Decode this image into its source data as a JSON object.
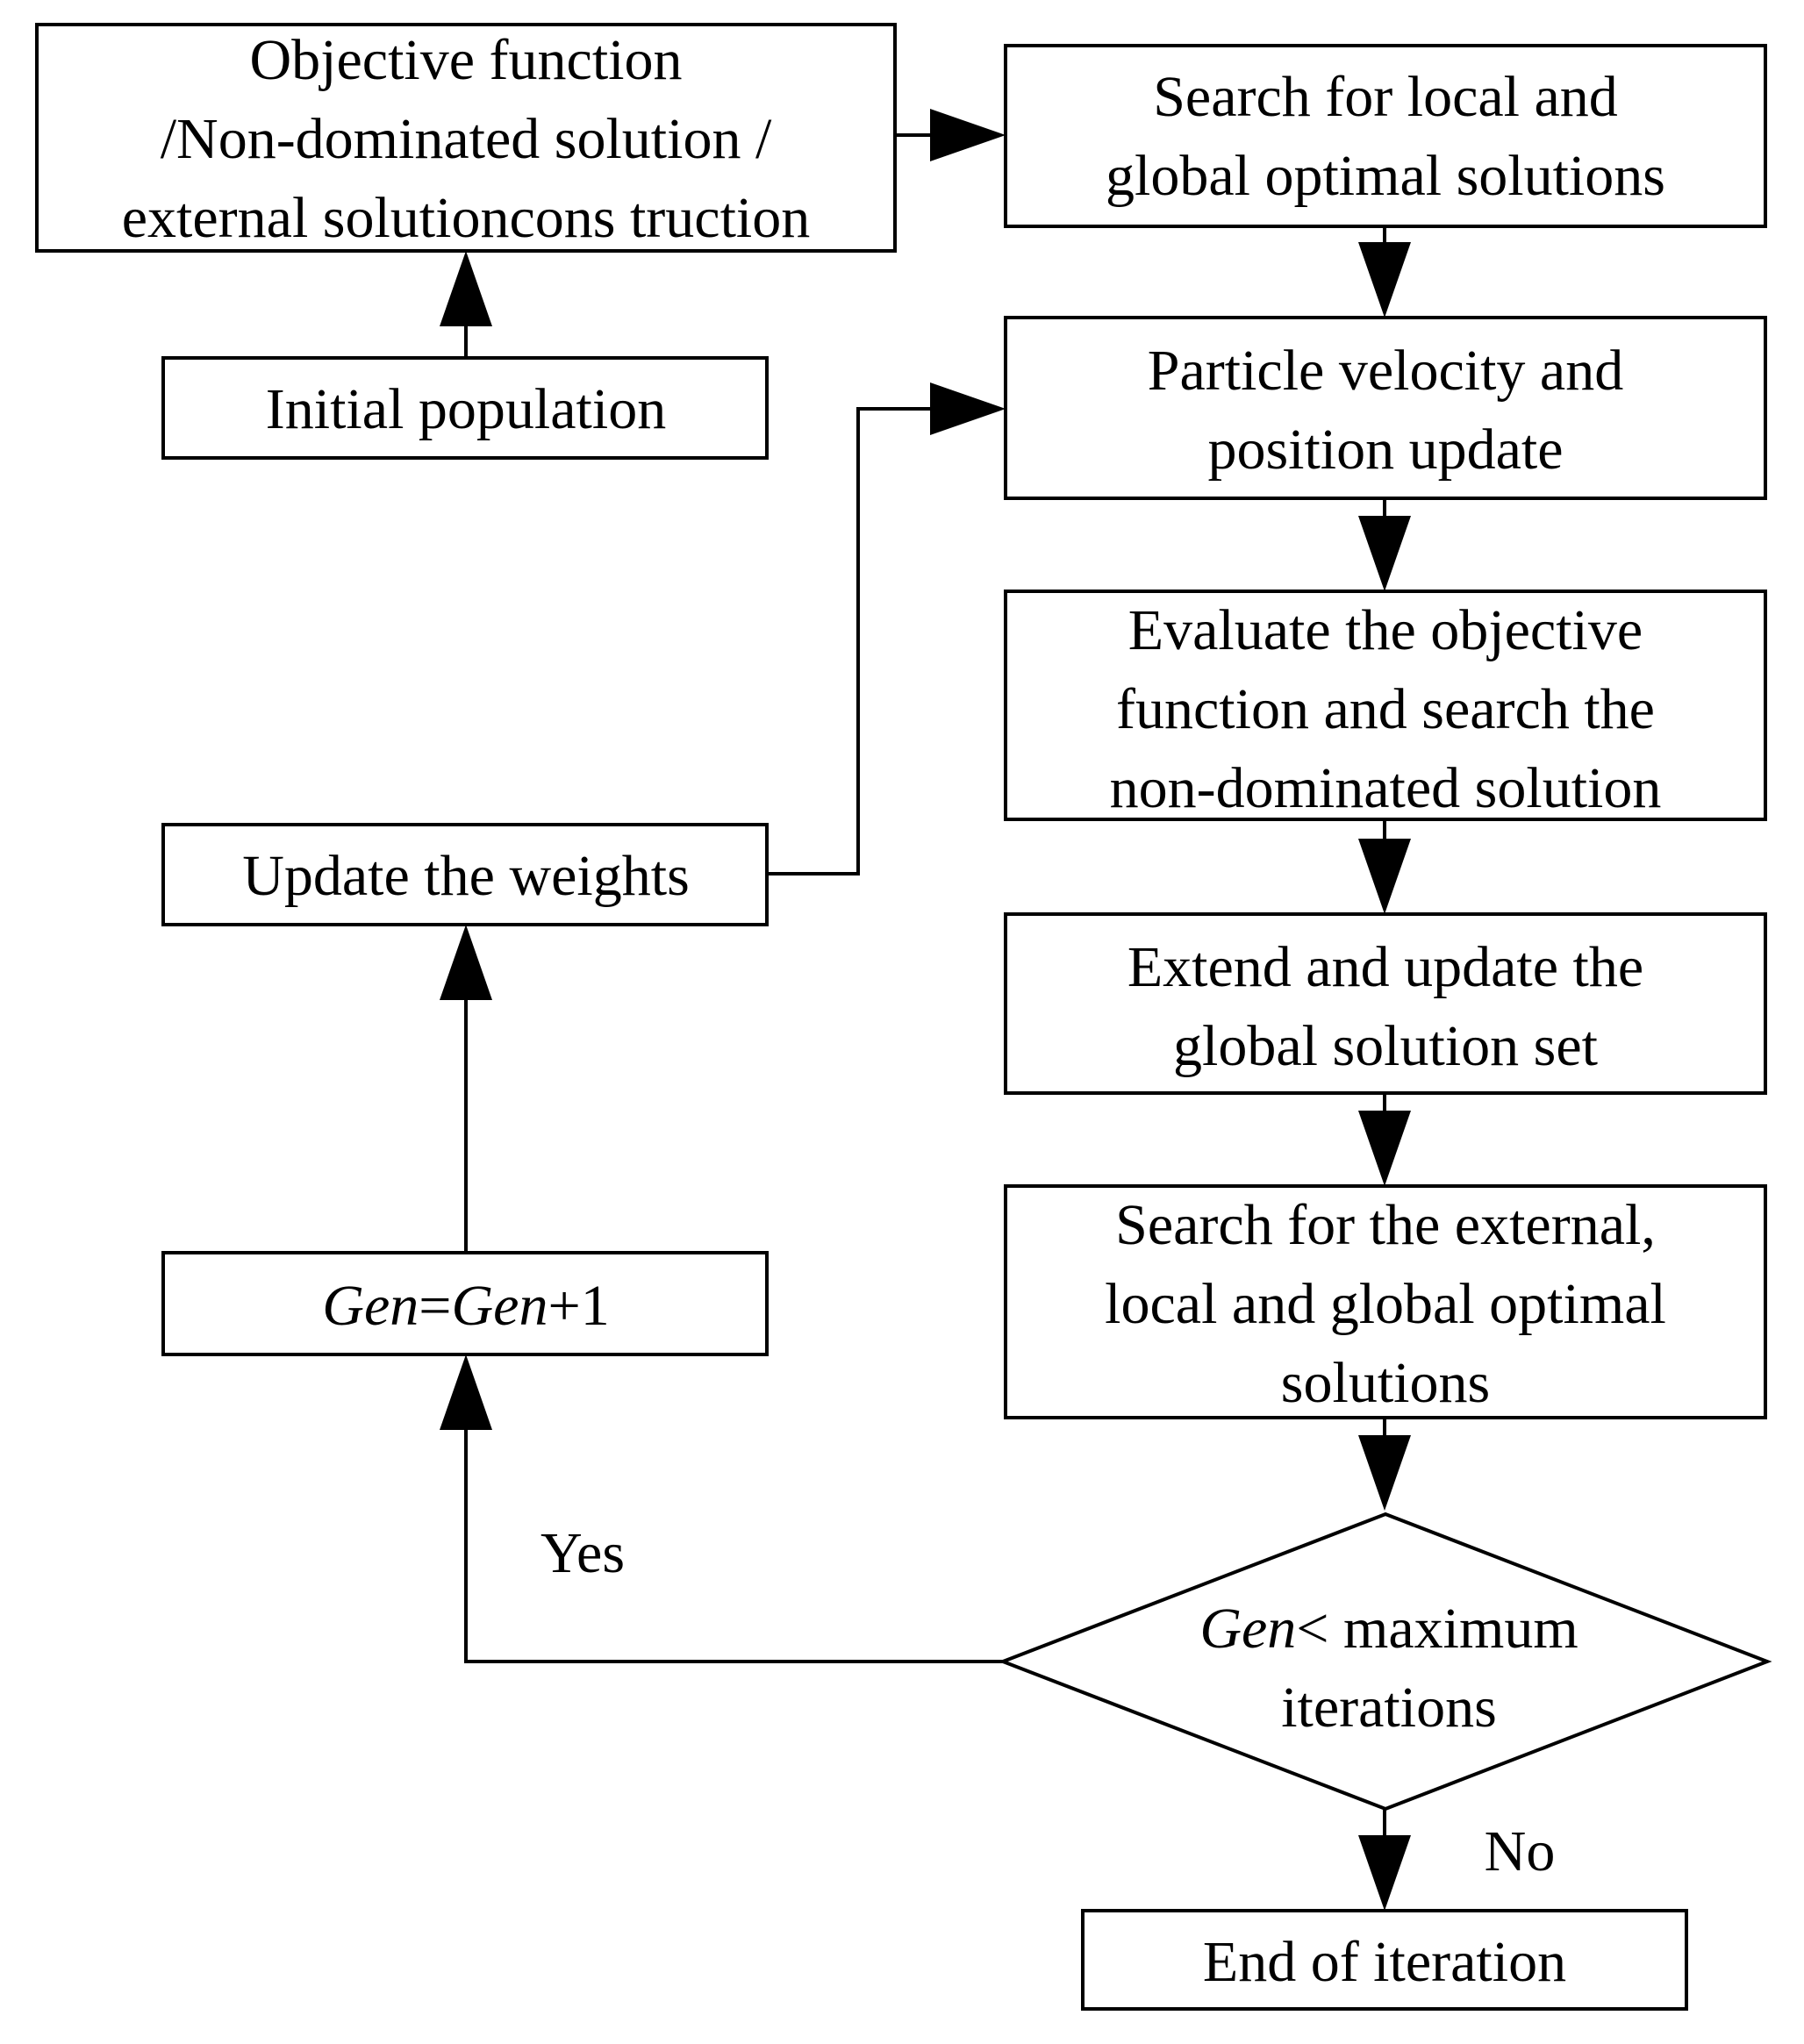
{
  "diagram": {
    "nodes": {
      "objective": {
        "lines": [
          "Objective function",
          "/Non-dominated solution /",
          "external solutioncons truction"
        ]
      },
      "initial": {
        "lines": [
          "Initial population"
        ]
      },
      "search_local_global": {
        "lines": [
          "Search for local and",
          "global optimal solutions"
        ]
      },
      "particle_update": {
        "lines": [
          "Particle velocity and",
          "position update"
        ]
      },
      "evaluate": {
        "lines": [
          "Evaluate the objective",
          "function and search the",
          "non-dominated solution"
        ]
      },
      "extend_update": {
        "lines": [
          "Extend and update the",
          "global solution set"
        ]
      },
      "search_external": {
        "lines": [
          "Search for the external,",
          "local and global optimal",
          "solutions"
        ]
      },
      "update_weights": {
        "lines": [
          "Update the weights"
        ]
      },
      "gen_increment": {
        "var1": "Gen",
        "eq": "=",
        "var2": "Gen",
        "suffix": "+1"
      },
      "decision": {
        "var": "Gen",
        "line1_rest": "< maximum",
        "line2": "iterations"
      },
      "end": {
        "lines": [
          "End of iteration"
        ]
      }
    },
    "edge_labels": {
      "yes": "Yes",
      "no": "No"
    }
  }
}
